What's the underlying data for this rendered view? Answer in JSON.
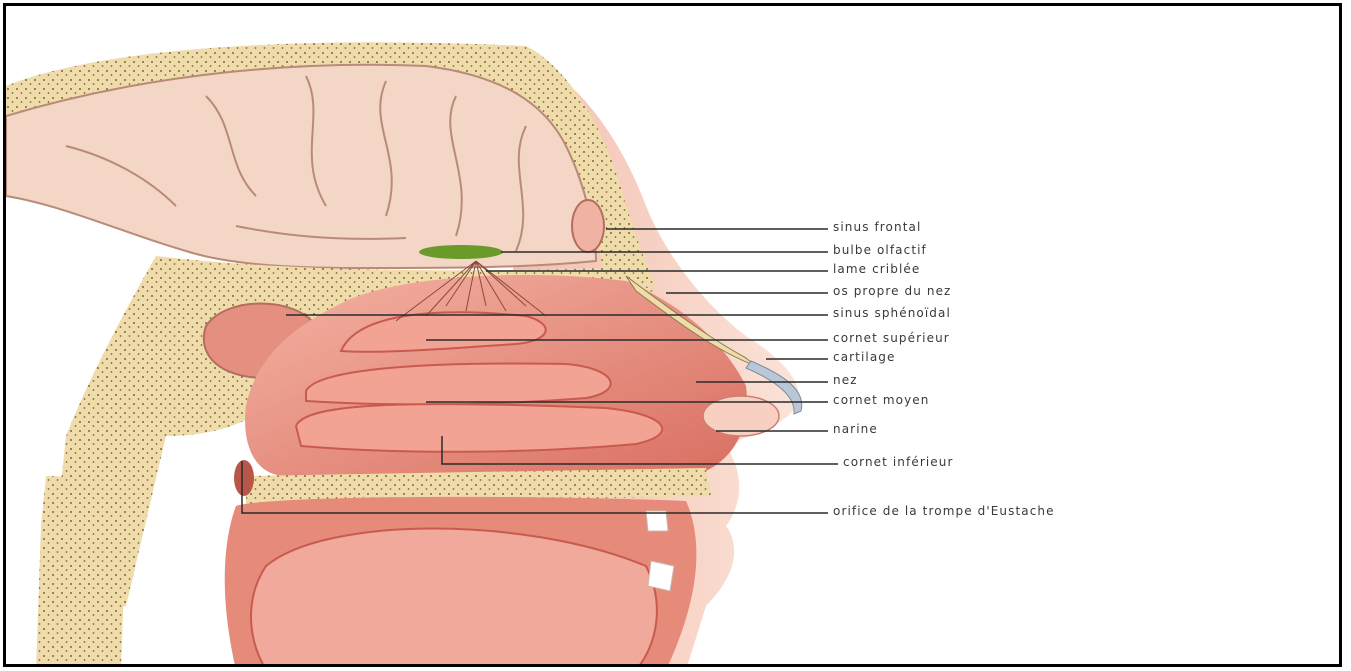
{
  "labels": [
    {
      "id": "sinus-frontal",
      "text": "sinus frontal"
    },
    {
      "id": "bulbe-olfactif",
      "text": "bulbe olfactif"
    },
    {
      "id": "lame-criblee",
      "text": "lame criblée"
    },
    {
      "id": "os-propre-du-nez",
      "text": "os propre du nez"
    },
    {
      "id": "sinus-sphenoidal",
      "text": "sinus sphénoïdal"
    },
    {
      "id": "cornet-superieur",
      "text": "cornet supérieur"
    },
    {
      "id": "cartilage",
      "text": "cartilage"
    },
    {
      "id": "nez",
      "text": "nez"
    },
    {
      "id": "cornet-moyen",
      "text": "cornet moyen"
    },
    {
      "id": "narine",
      "text": "narine"
    },
    {
      "id": "cornet-inferieur",
      "text": "cornet inférieur"
    },
    {
      "id": "orifice-trompe-eustache",
      "text": "orifice de la trompe d'Eustache"
    }
  ],
  "colors": {
    "border": "#000000",
    "bone": "#efdcaa",
    "bone_dots": "#7a6a3a",
    "brain": "#f3d6c6",
    "brain_outline": "#b98a78",
    "mucosa": "#e68a7a",
    "mucosa_dark": "#c85a4e",
    "turbinate": "#f2a394",
    "skin": "#f6c9b7",
    "olfactory": "#6a9a2a",
    "leader_line": "#2a2a2a"
  }
}
